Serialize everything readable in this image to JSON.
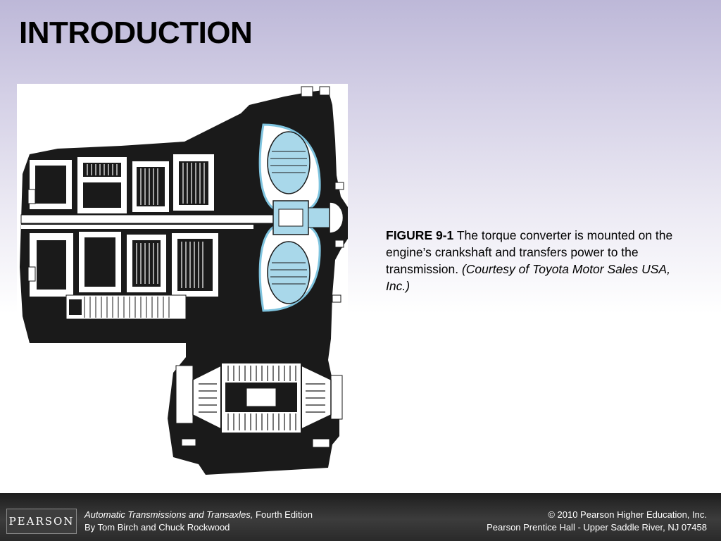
{
  "slide": {
    "title": "INTRODUCTION"
  },
  "figure": {
    "caption_number": "FIGURE 9-1",
    "caption_text": " The torque converter is mounted on the engine’s crankshaft and transfers power to the transmission. ",
    "caption_courtesy": "(Courtesy of Toyota Motor Sales USA, Inc.)",
    "highlight_color": "#a9d8ea"
  },
  "footer": {
    "logo_text": "PEARSON",
    "book_title": "Automatic Transmissions and Transaxles,",
    "edition": " Fourth Edition",
    "authors": "By Tom Birch and Chuck Rockwood",
    "copyright": "© 2010 Pearson Higher Education, Inc.",
    "publisher": "Pearson Prentice Hall - Upper Saddle River, NJ 07458"
  }
}
